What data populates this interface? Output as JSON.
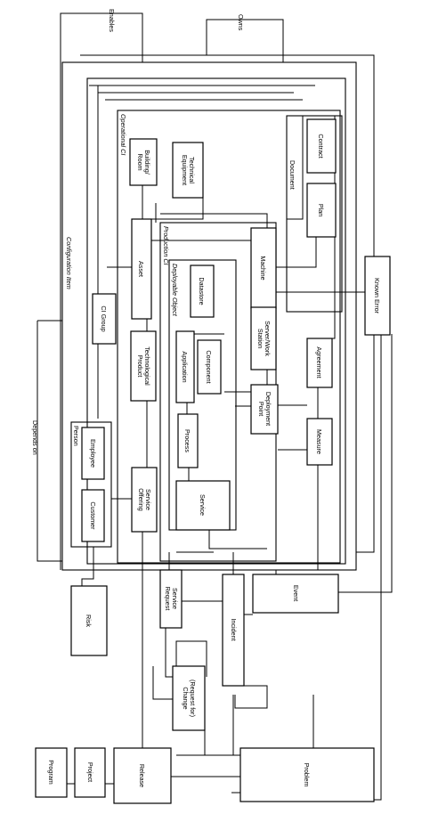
{
  "diagram": {
    "relations": {
      "enables": "Enables",
      "owns": "Owns",
      "depends_on": "Depends on"
    },
    "groups": {
      "configuration_item": "Configuration Item",
      "operational_ci": "Operational CI",
      "production_ci": "Production CI",
      "deployable_object": "Deployable Object",
      "document": "Document",
      "person": "Person"
    },
    "entities": {
      "building_room": [
        "Building/",
        "Room"
      ],
      "technical_equipment": [
        "Technical",
        "Equipment"
      ],
      "contract": "Contract",
      "plan": "Plan",
      "asset": "Asset",
      "machine": "Machine",
      "known_error": "Known Error",
      "datastore": "Datastore",
      "ci_group": "CI Group",
      "technological_product": [
        "Technological",
        "Product"
      ],
      "application": "Application",
      "component": "Component",
      "server_work_station": [
        "Server/Work",
        "Station"
      ],
      "agreement": "Agreement",
      "deployment_point": [
        "Deployment",
        "Point"
      ],
      "process": "Process",
      "measure": "Measure",
      "employee": "Employee",
      "customer": "Customer",
      "service_offering": [
        "Service",
        "Offering"
      ],
      "service": "Service",
      "risk": "Risk",
      "service_request": [
        "Service",
        "Request"
      ],
      "event": "Event",
      "incident": "Incident",
      "request_for_change": [
        "(Request for)",
        "Change"
      ],
      "program": "Program",
      "project": "Project",
      "release": "Release",
      "problem": "Problem"
    }
  }
}
